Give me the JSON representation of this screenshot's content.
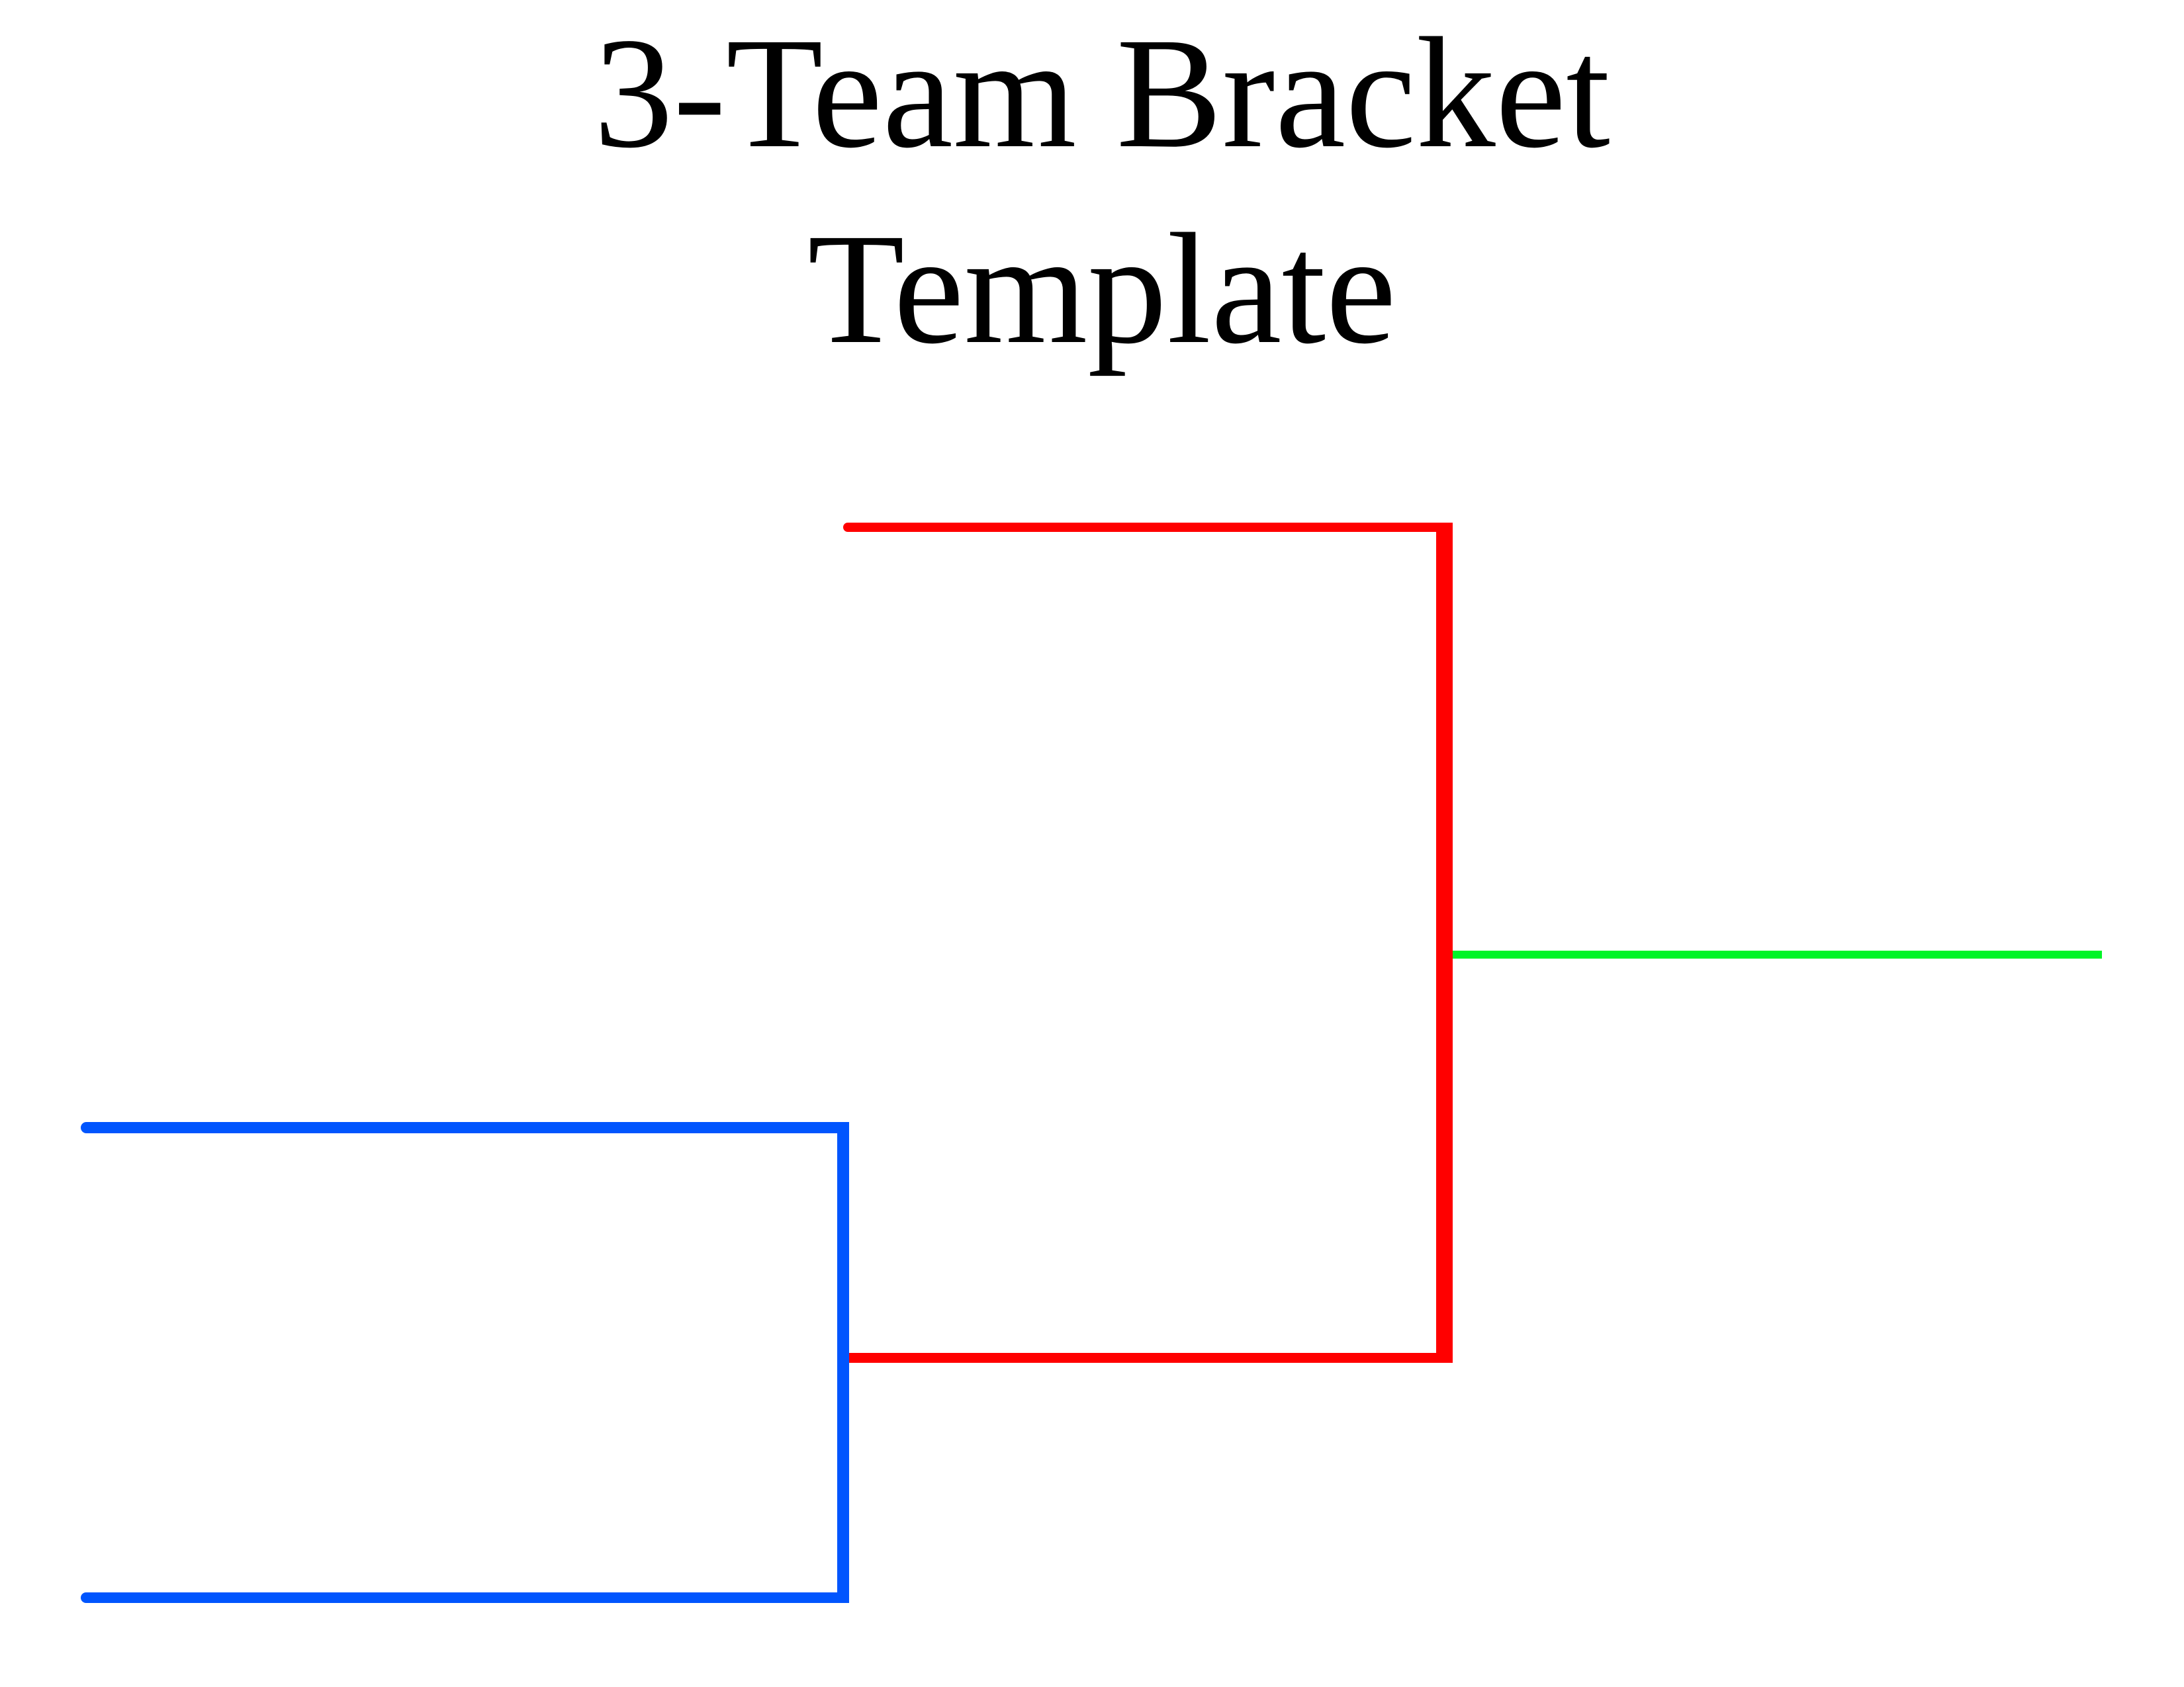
{
  "page": {
    "background": "#ffffff"
  },
  "title": {
    "line1": "3-Team Bracket",
    "line2": "Template",
    "color": "#000000"
  },
  "bracket": {
    "round1": {
      "description": "blue-first-round-match-bracket",
      "color": "#0055fe"
    },
    "final": {
      "description": "red-final-match-bracket",
      "color": "#ff0000"
    },
    "winner": {
      "description": "green-champion-line",
      "color": "#00f428"
    }
  }
}
